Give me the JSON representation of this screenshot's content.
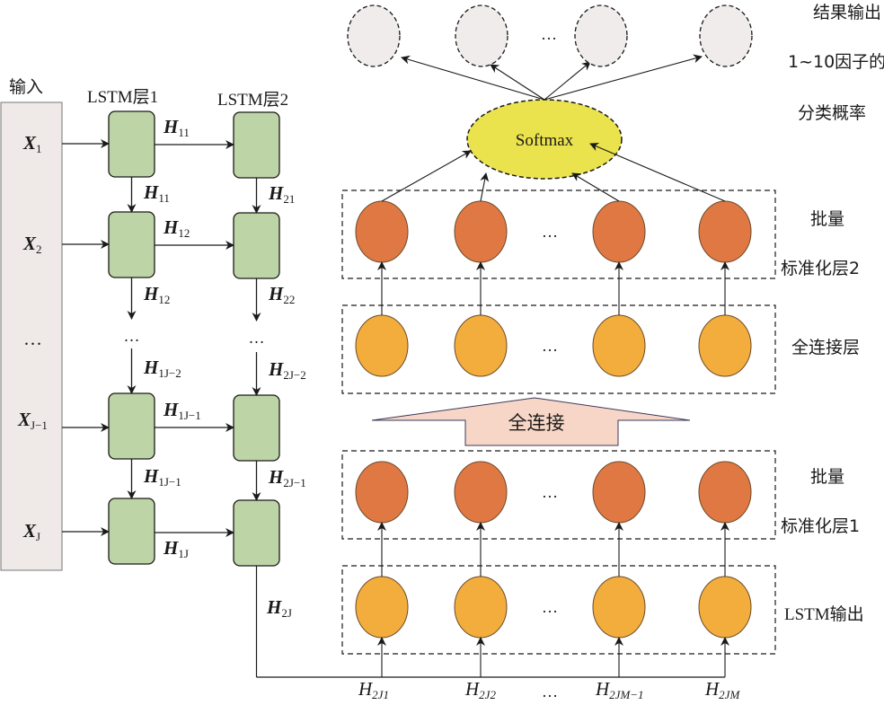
{
  "title": "LSTM-based factor classification network",
  "colors": {
    "input_panel": "#efe9e8",
    "lstm_cell": "#bdd4a6",
    "bn_node": "#e07844",
    "fc_node": "#f2ad3c",
    "softmax": "#ebe34e",
    "output_node": "#f1ecec",
    "fc_arrow": "#f8d6c7",
    "stroke": "#1a1a1a"
  },
  "input": {
    "title": "输入",
    "items": [
      {
        "base": "X",
        "sub": "1"
      },
      {
        "base": "X",
        "sub": "2"
      },
      {
        "base": "…",
        "sub": ""
      },
      {
        "base": "X",
        "sub": "J−1"
      },
      {
        "base": "X",
        "sub": "J"
      }
    ]
  },
  "lstm": {
    "layer1_title": "LSTM层1",
    "layer2_title": "LSTM层2",
    "ellipsis": "…",
    "horizontal_labels": [
      {
        "base": "H",
        "sub": "11"
      },
      {
        "base": "H",
        "sub": "12"
      },
      {
        "base": "H",
        "sub": "1J−1"
      },
      {
        "base": "H",
        "sub": "1J"
      }
    ],
    "layer1_vertical_labels": [
      {
        "base": "H",
        "sub": "11"
      },
      {
        "base": "H",
        "sub": "12"
      },
      {
        "base": "H",
        "sub": "1J−2"
      },
      {
        "base": "H",
        "sub": "1J−1"
      }
    ],
    "layer2_vertical_labels": [
      {
        "base": "H",
        "sub": "21"
      },
      {
        "base": "H",
        "sub": "22"
      },
      {
        "base": "H",
        "sub": "2J−2"
      },
      {
        "base": "H",
        "sub": "2J−1"
      }
    ],
    "final_output_label": {
      "base": "H",
      "sub": "2J"
    }
  },
  "bottom_inputs": [
    {
      "base": "H",
      "sub": "2J1"
    },
    {
      "base": "H",
      "sub": "2J2"
    },
    {
      "base": "…",
      "sub": ""
    },
    {
      "base": "H",
      "sub": "2JM−1"
    },
    {
      "base": "H",
      "sub": "2JM"
    }
  ],
  "layers": {
    "lstm_output": "LSTM输出",
    "bn1_line1": "批量",
    "bn1_line2": "标准化层1",
    "fc_arrow_label": "全连接",
    "fc_layer": "全连接层",
    "bn2_line1": "批量",
    "bn2_line2": "标准化层2",
    "softmax": "Softmax",
    "ellipsis": "…"
  },
  "output": {
    "line1": "结果输出：",
    "line2": "1~10因子的",
    "line3": "分类概率"
  }
}
